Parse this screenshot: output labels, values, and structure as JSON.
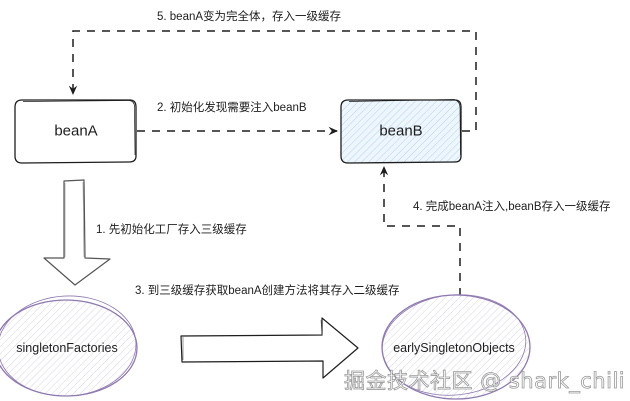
{
  "diagram": {
    "nodes": {
      "beanA": {
        "label": "beanA",
        "fill": "#ffffff",
        "stroke": "#1e1e1e"
      },
      "beanB": {
        "label": "beanB",
        "fill": "#e7f5ff",
        "stroke": "#1e1e1e"
      },
      "singletonFactories": {
        "label": "singletonFactories",
        "fill": "#ffffff",
        "stroke": "#8f7ab0"
      },
      "earlySingletonObjects": {
        "label": "earlySingletonObjects",
        "fill": "#ffffff",
        "stroke": "#8f7ab0"
      }
    },
    "steps": [
      {
        "id": "step1",
        "text": "1. 先初始化工厂存入三级缓存"
      },
      {
        "id": "step2",
        "text": "2. 初始化发现需要注入beanB"
      },
      {
        "id": "step3",
        "text": "3. 到三级缓存获取beanA创建方法将其存入二级缓存"
      },
      {
        "id": "step4",
        "text": "4. 完成beanA注入,beanB存入一级缓存"
      },
      {
        "id": "step5",
        "text": "5. beanA变为完全体，存入一级缓存"
      }
    ],
    "colors": {
      "line": "#1e1e1e",
      "hatch_blue": "#a5c8e4",
      "hatch_purple": "#b9add0",
      "ellipse_stroke": "#8f7ab0"
    }
  },
  "watermark": "掘金技术社区 @ shark_chili"
}
